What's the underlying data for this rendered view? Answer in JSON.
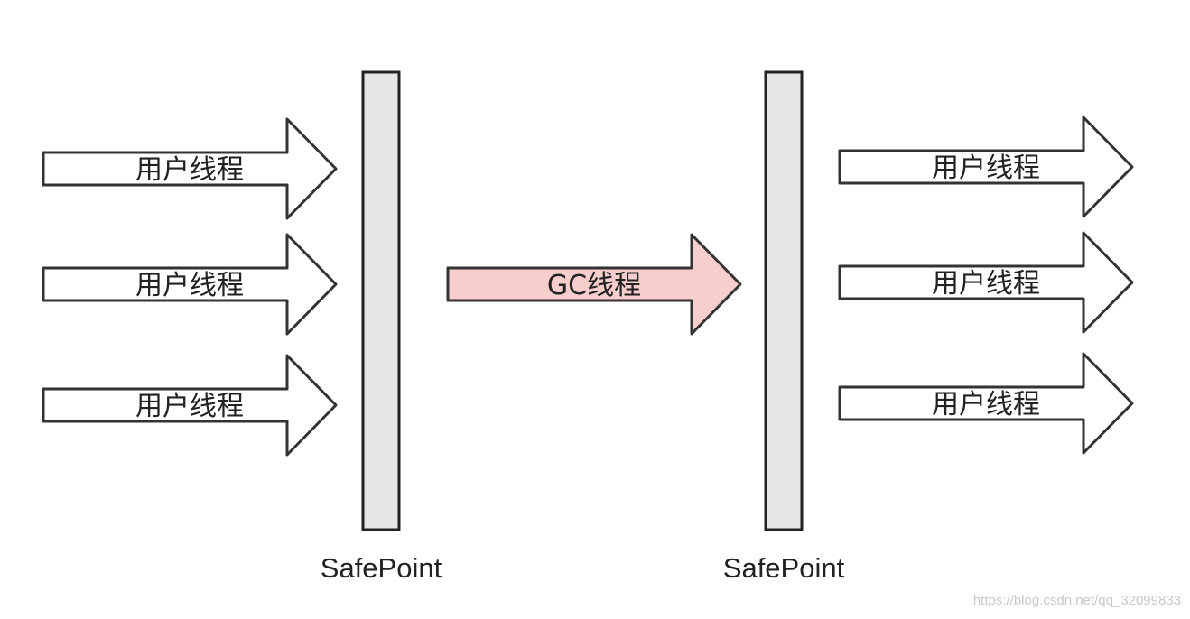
{
  "diagram": {
    "user_thread_label": "用户线程",
    "gc_thread_label": "GC线程",
    "safepoint_label": "SafePoint",
    "gc_thread_fill": "#f8cecc",
    "user_thread_fill": "#ffffff",
    "safepoint_fill": "#e6e6e6"
  },
  "watermark": "https://blog.csdn.net/qq_32099833"
}
